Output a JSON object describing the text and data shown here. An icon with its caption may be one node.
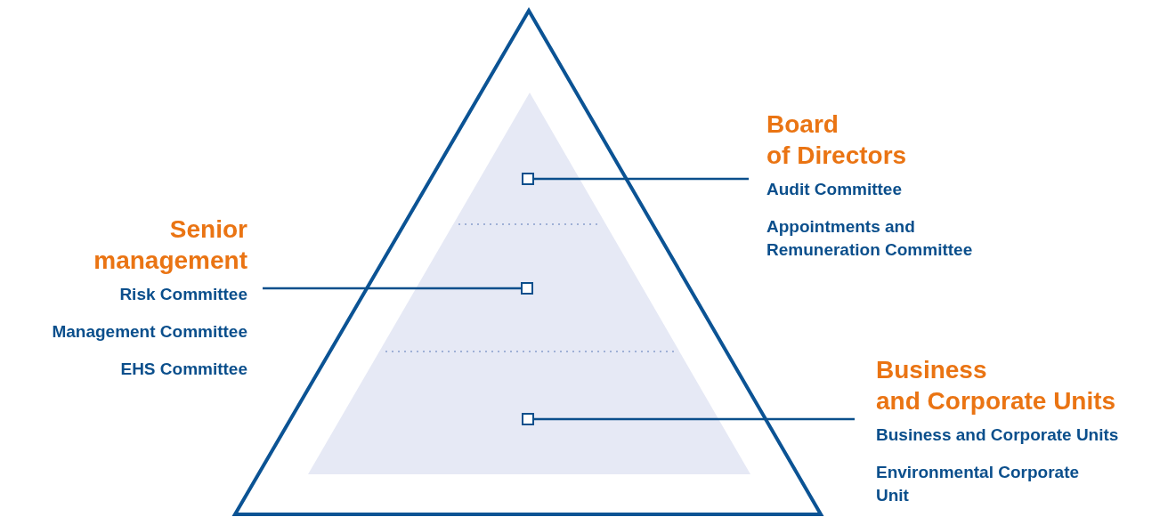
{
  "diagram": {
    "nodes": [
      {
        "text": [
          "Board of Directors",
          "Audit Committee",
          "Appointments and Remuneration Committee"
        ]
      },
      {
        "text": [],
        "shape": "box"
      },
      {
        "text": [
          "Senior management",
          "Risk Committee",
          "Management Committee",
          "EHS Committee"
        ]
      },
      {
        "text": [],
        "shape": "box"
      },
      {
        "text": [
          "Business and Corporate Units",
          "Business and Corporate Units",
          "Environmental Corporate Unit"
        ]
      },
      {
        "text": [],
        "shape": "box"
      }
    ],
    "edges": [
      {
        "from": 0,
        "to": 1,
        "arrow": "none"
      },
      {
        "from": 2,
        "to": 3,
        "arrow": "none"
      },
      {
        "from": 4,
        "to": 5,
        "arrow": "none"
      }
    ]
  }
}
